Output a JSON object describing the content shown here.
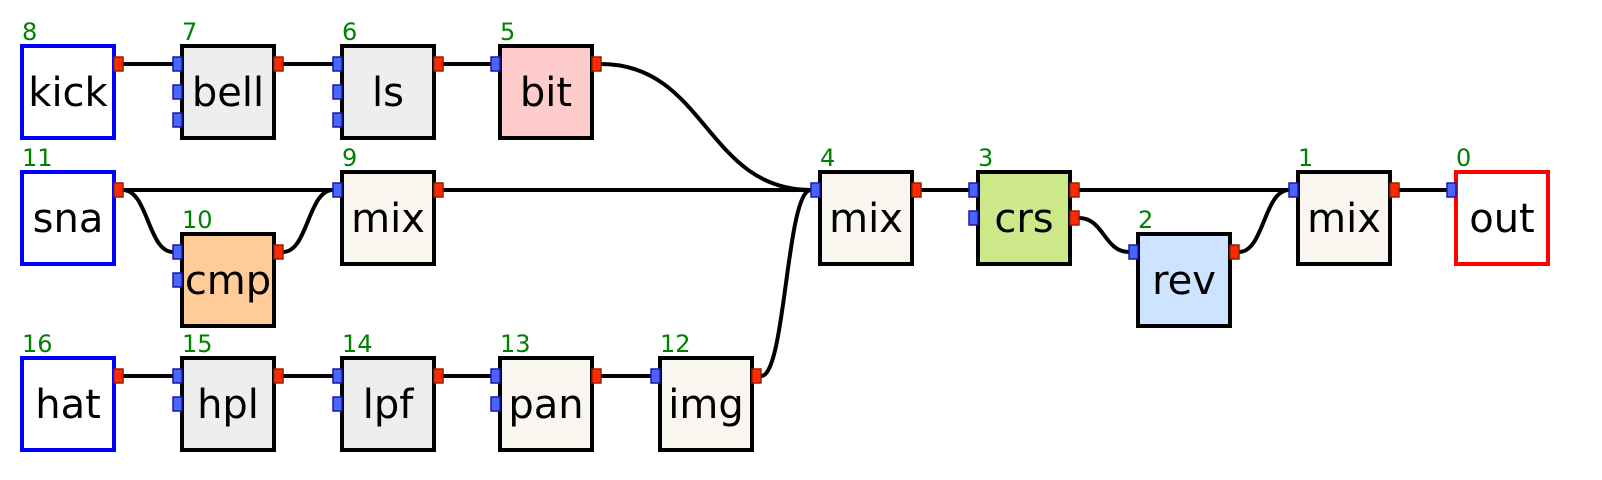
{
  "colors": {
    "source_border": "#0000ff",
    "sink_border": "#ff0000",
    "default_border": "#000000",
    "wire": "#000000",
    "id_text": "#008000",
    "in_port": "#4a64ff",
    "out_port": "#ff2a00"
  },
  "nodes": [
    {
      "id": "8",
      "label": "kick",
      "kind": "source",
      "fill": "#ffffff",
      "inputs": 0,
      "outputs": 1
    },
    {
      "id": "7",
      "label": "bell",
      "kind": "effect",
      "fill": "#eeeeee",
      "inputs": 3,
      "outputs": 1
    },
    {
      "id": "6",
      "label": "ls",
      "kind": "effect",
      "fill": "#eeeeee",
      "inputs": 3,
      "outputs": 1
    },
    {
      "id": "5",
      "label": "bit",
      "kind": "effect",
      "fill": "#ffcccc",
      "inputs": 1,
      "outputs": 1
    },
    {
      "id": "11",
      "label": "sna",
      "kind": "source",
      "fill": "#ffffff",
      "inputs": 0,
      "outputs": 1
    },
    {
      "id": "10",
      "label": "cmp",
      "kind": "effect",
      "fill": "#ffcc99",
      "inputs": 2,
      "outputs": 1
    },
    {
      "id": "9",
      "label": "mix",
      "kind": "mixer",
      "fill": "#f8f6ee",
      "inputs": 1,
      "outputs": 1
    },
    {
      "id": "16",
      "label": "hat",
      "kind": "source",
      "fill": "#ffffff",
      "inputs": 0,
      "outputs": 1
    },
    {
      "id": "15",
      "label": "hpl",
      "kind": "effect",
      "fill": "#eeeeee",
      "inputs": 2,
      "outputs": 1
    },
    {
      "id": "14",
      "label": "lpf",
      "kind": "effect",
      "fill": "#eeeeee",
      "inputs": 2,
      "outputs": 1
    },
    {
      "id": "13",
      "label": "pan",
      "kind": "effect",
      "fill": "#f8f6ee",
      "inputs": 2,
      "outputs": 1
    },
    {
      "id": "12",
      "label": "img",
      "kind": "effect",
      "fill": "#f8f6ee",
      "inputs": 1,
      "outputs": 1
    },
    {
      "id": "4",
      "label": "mix",
      "kind": "mixer",
      "fill": "#f8f6ee",
      "inputs": 1,
      "outputs": 1
    },
    {
      "id": "3",
      "label": "crs",
      "kind": "effect",
      "fill": "#cce888",
      "inputs": 2,
      "outputs": 2
    },
    {
      "id": "2",
      "label": "rev",
      "kind": "effect",
      "fill": "#cce4ff",
      "inputs": 1,
      "outputs": 1
    },
    {
      "id": "1",
      "label": "mix",
      "kind": "mixer",
      "fill": "#f8f6ee",
      "inputs": 1,
      "outputs": 1
    },
    {
      "id": "0",
      "label": "out",
      "kind": "sink",
      "fill": "#ffffff",
      "inputs": 1,
      "outputs": 0
    }
  ],
  "edges": [
    {
      "from": "8",
      "out": 0,
      "to": "7",
      "in": 0
    },
    {
      "from": "7",
      "out": 0,
      "to": "6",
      "in": 0
    },
    {
      "from": "6",
      "out": 0,
      "to": "5",
      "in": 0
    },
    {
      "from": "5",
      "out": 0,
      "to": "4",
      "in": 0
    },
    {
      "from": "11",
      "out": 0,
      "to": "9",
      "in": 0
    },
    {
      "from": "11",
      "out": 0,
      "to": "10",
      "in": 0
    },
    {
      "from": "10",
      "out": 0,
      "to": "9",
      "in": 0
    },
    {
      "from": "9",
      "out": 0,
      "to": "4",
      "in": 0
    },
    {
      "from": "16",
      "out": 0,
      "to": "15",
      "in": 0
    },
    {
      "from": "15",
      "out": 0,
      "to": "14",
      "in": 0
    },
    {
      "from": "14",
      "out": 0,
      "to": "13",
      "in": 0
    },
    {
      "from": "13",
      "out": 0,
      "to": "12",
      "in": 0
    },
    {
      "from": "12",
      "out": 0,
      "to": "4",
      "in": 0
    },
    {
      "from": "4",
      "out": 0,
      "to": "3",
      "in": 0
    },
    {
      "from": "3",
      "out": 0,
      "to": "1",
      "in": 0
    },
    {
      "from": "3",
      "out": 1,
      "to": "2",
      "in": 0
    },
    {
      "from": "2",
      "out": 0,
      "to": "1",
      "in": 0
    },
    {
      "from": "1",
      "out": 0,
      "to": "0",
      "in": 0
    }
  ]
}
